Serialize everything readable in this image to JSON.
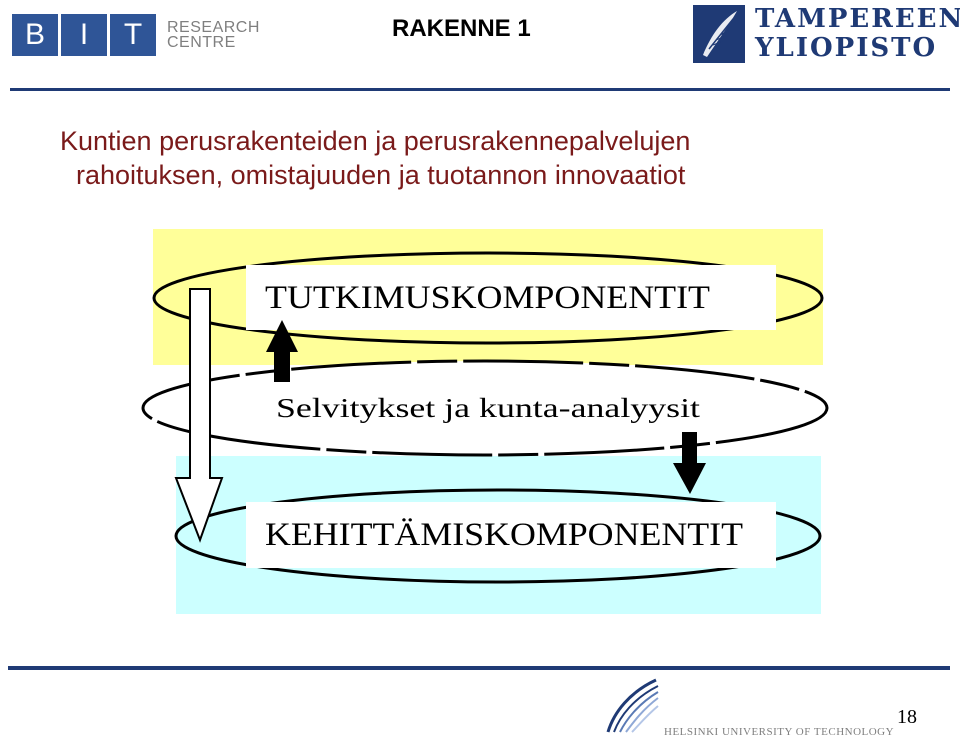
{
  "header": {
    "bit_letters": [
      "B",
      "I",
      "T"
    ],
    "bit_research": "RESEARCH",
    "bit_centre": "CENTRE",
    "slide_title": "RAKENNE 1",
    "university_line1": "TAMPEREEN",
    "university_line2": "YLIOPISTO"
  },
  "subtitle": {
    "line1": "Kuntien perusrakenteiden ja perusrakennepalvelujen",
    "line2": "rahoituksen, omistajuuden ja tuotannon innovaatiot"
  },
  "diagram": {
    "top_label": "TUTKIMUSKOMPONENTIT",
    "middle_label": "Selvitykset ja kunta-analyysit",
    "bottom_label": "KEHITTÄMISKOMPONENTIT",
    "colors": {
      "top_band": "#ffff99",
      "bottom_band": "#ccffff",
      "ellipse_fill": "#ffffff",
      "stroke": "#000000"
    }
  },
  "footer": {
    "university": "HELSINKI UNIVERSITY OF TECHNOLOGY",
    "page_number": "18"
  }
}
